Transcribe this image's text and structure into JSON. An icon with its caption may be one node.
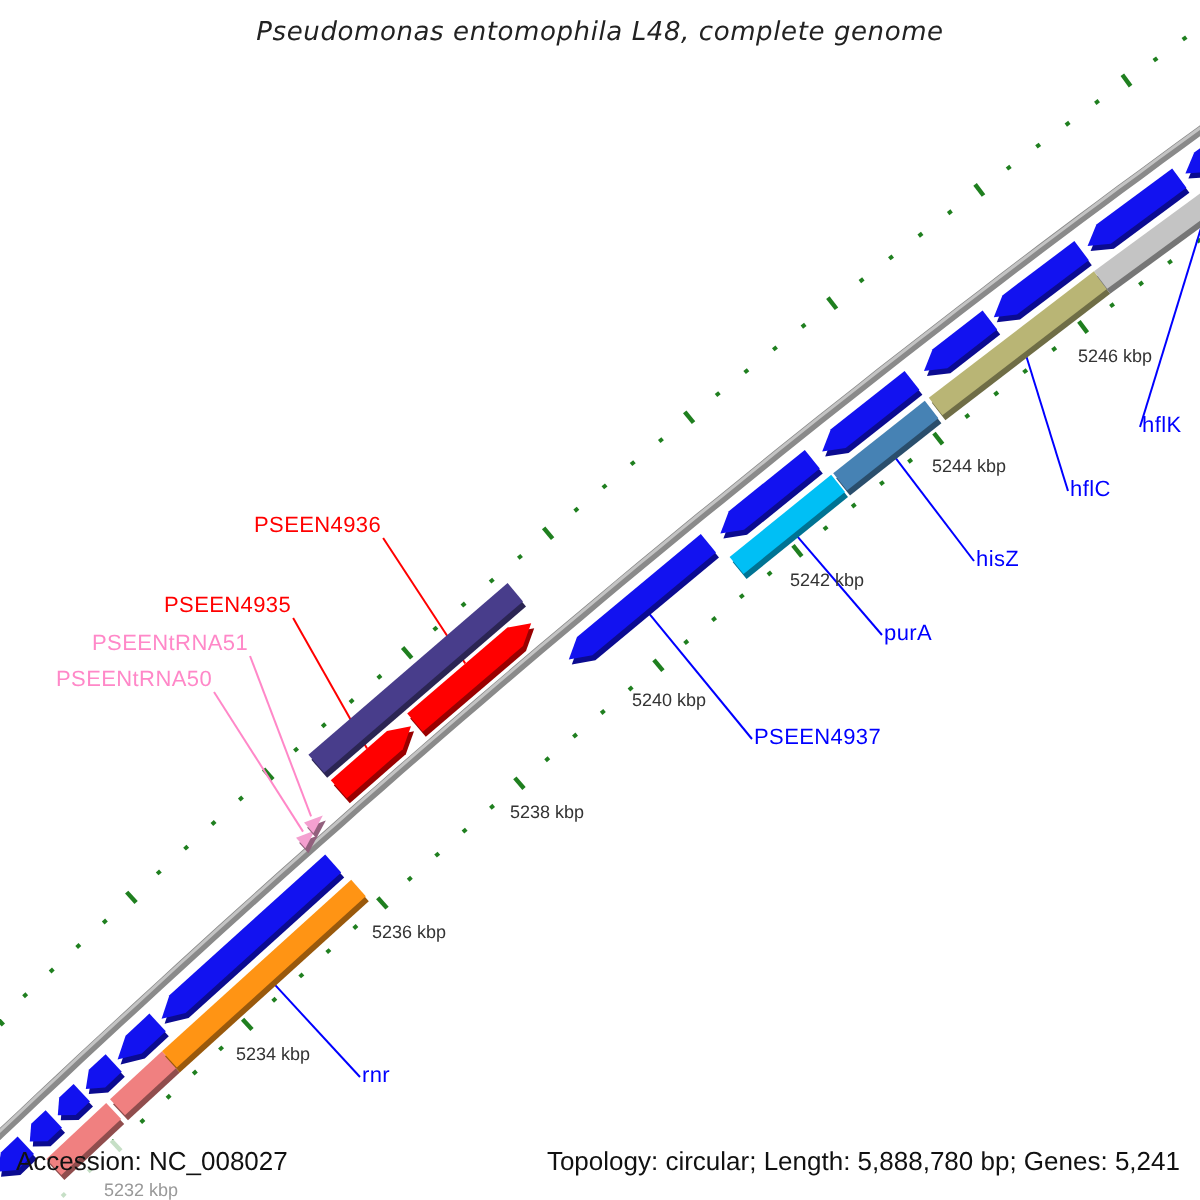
{
  "diagram": {
    "title": "Pseudomonas entomophila L48, complete genome",
    "nodes": [
      {
        "text": [
          "PSEEN4936"
        ]
      },
      {
        "text": [
          "PSEEN4935"
        ]
      },
      {
        "text": [
          "PSEENtRNA51"
        ]
      },
      {
        "text": [
          "PSEENtRNA50"
        ]
      },
      {
        "text": [
          "PSEEN4937"
        ]
      },
      {
        "text": [
          "purA"
        ]
      },
      {
        "text": [
          "hisZ"
        ]
      },
      {
        "text": [
          "hflC"
        ]
      },
      {
        "text": [
          "hflK"
        ]
      },
      {
        "text": [
          "rnr"
        ]
      },
      {
        "text": [],
        "shape": "pentagon"
      },
      {
        "text": [],
        "shape": "pentagon"
      },
      {
        "text": [],
        "shape": "pentagon"
      },
      {
        "text": [],
        "shape": "pentagon"
      },
      {
        "text": [],
        "shape": "pentagon"
      },
      {
        "text": [],
        "shape": "pentagon"
      },
      {
        "text": [],
        "shape": "pentagon"
      },
      {
        "text": [],
        "shape": "pentagon"
      },
      {
        "text": [],
        "shape": "pentagon"
      },
      {
        "text": [],
        "shape": "pentagon"
      },
      {
        "text": [],
        "shape": "pentagon"
      },
      {
        "text": [],
        "shape": "pentagon"
      },
      {
        "text": [],
        "shape": "pentagon"
      },
      {
        "text": [],
        "shape": "bar"
      },
      {
        "text": [],
        "shape": "bar"
      },
      {
        "text": [],
        "shape": "bar"
      },
      {
        "text": [],
        "shape": "bar"
      },
      {
        "text": [],
        "shape": "bar"
      },
      {
        "text": [],
        "shape": "bar"
      },
      {
        "text": [],
        "shape": "bar"
      },
      {
        "text": [],
        "shape": "pentagon"
      },
      {
        "text": [],
        "shape": "pentagon"
      },
      {
        "text": [],
        "shape": "bar"
      },
      {
        "text": [],
        "shape": "triangle"
      },
      {
        "text": [],
        "shape": "triangle"
      }
    ],
    "edges": [
      {
        "from": 0,
        "to": 31,
        "arrow": "none",
        "color": "#ff0000"
      },
      {
        "from": 1,
        "to": 30,
        "arrow": "none",
        "color": "#ff0000"
      },
      {
        "from": 2,
        "to": 34,
        "arrow": "none",
        "color": "#ff88c8"
      },
      {
        "from": 3,
        "to": 33,
        "arrow": "none",
        "color": "#ff88c8"
      },
      {
        "from": 4,
        "to": 16,
        "arrow": "none"
      },
      {
        "from": 5,
        "to": 26,
        "arrow": "none"
      },
      {
        "from": 6,
        "to": 27,
        "arrow": "none"
      },
      {
        "from": 7,
        "to": 28,
        "arrow": "none"
      },
      {
        "from": 8,
        "to": 29,
        "arrow": "none"
      },
      {
        "from": 9,
        "to": 25,
        "arrow": "none"
      }
    ],
    "labels": [
      "5246 kbp",
      "5244 kbp",
      "5242 kbp",
      "5240 kbp",
      "5238 kbp",
      "5236 kbp",
      "5234 kbp",
      "5232 kbp",
      "Accession: NC_008027",
      "Topology: circular; Length: 5,888,780 bp; Genes: 5,241"
    ]
  }
}
